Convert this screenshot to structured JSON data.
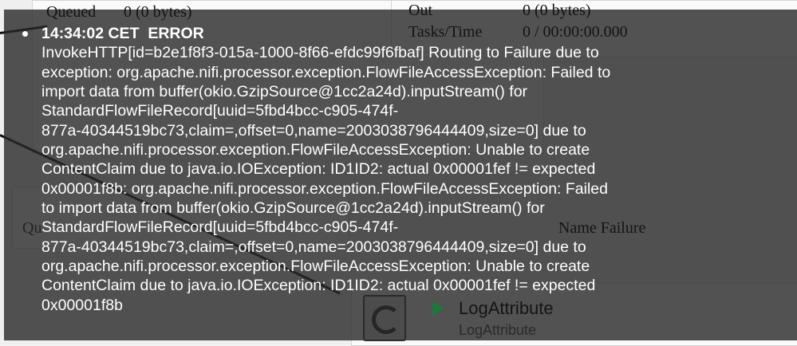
{
  "canvas": {
    "queued_label": "Queued",
    "queued_value": "0 (0 bytes)",
    "out_label": "Out",
    "out_value": "0 (0 bytes)",
    "tasks_label": "Tasks/Time",
    "tasks_value": "0 / 00:00:00.000",
    "connection_name": "Name  Failure",
    "connection_queued": "Qu",
    "processor_name": "LogAttribute",
    "processor_type": "LogAttribute"
  },
  "bulletin": {
    "timestamp": "14:34:02 CET",
    "level": "ERROR",
    "message_lines": [
      "InvokeHTTP[id=b2e1f8f3-015a-1000-8f66-efdc99f6fbaf] Routing to Failure due to",
      "exception: org.apache.nifi.processor.exception.FlowFileAccessException: Failed to",
      "import data from buffer(okio.GzipSource@1cc2a24d).inputStream() for",
      "StandardFlowFileRecord[uuid=5fbd4bcc-c905-474f-",
      "877a-40344519bc73,claim=,offset=0,name=2003038796444409,size=0] due to",
      "org.apache.nifi.processor.exception.FlowFileAccessException: Unable to create",
      "ContentClaim due to java.io.IOException: ID1ID2: actual 0x00001fef != expected",
      "0x00001f8b: org.apache.nifi.processor.exception.FlowFileAccessException: Failed",
      "to import data from buffer(okio.GzipSource@1cc2a24d).inputStream() for",
      "StandardFlowFileRecord[uuid=5fbd4bcc-c905-474f-",
      "877a-40344519bc73,claim=,offset=0,name=2003038796444409,size=0] due to",
      "org.apache.nifi.processor.exception.FlowFileAccessException: Unable to create",
      "ContentClaim due to java.io.IOException: ID1ID2: actual 0x00001fef != expected",
      "0x00001f8b"
    ]
  }
}
